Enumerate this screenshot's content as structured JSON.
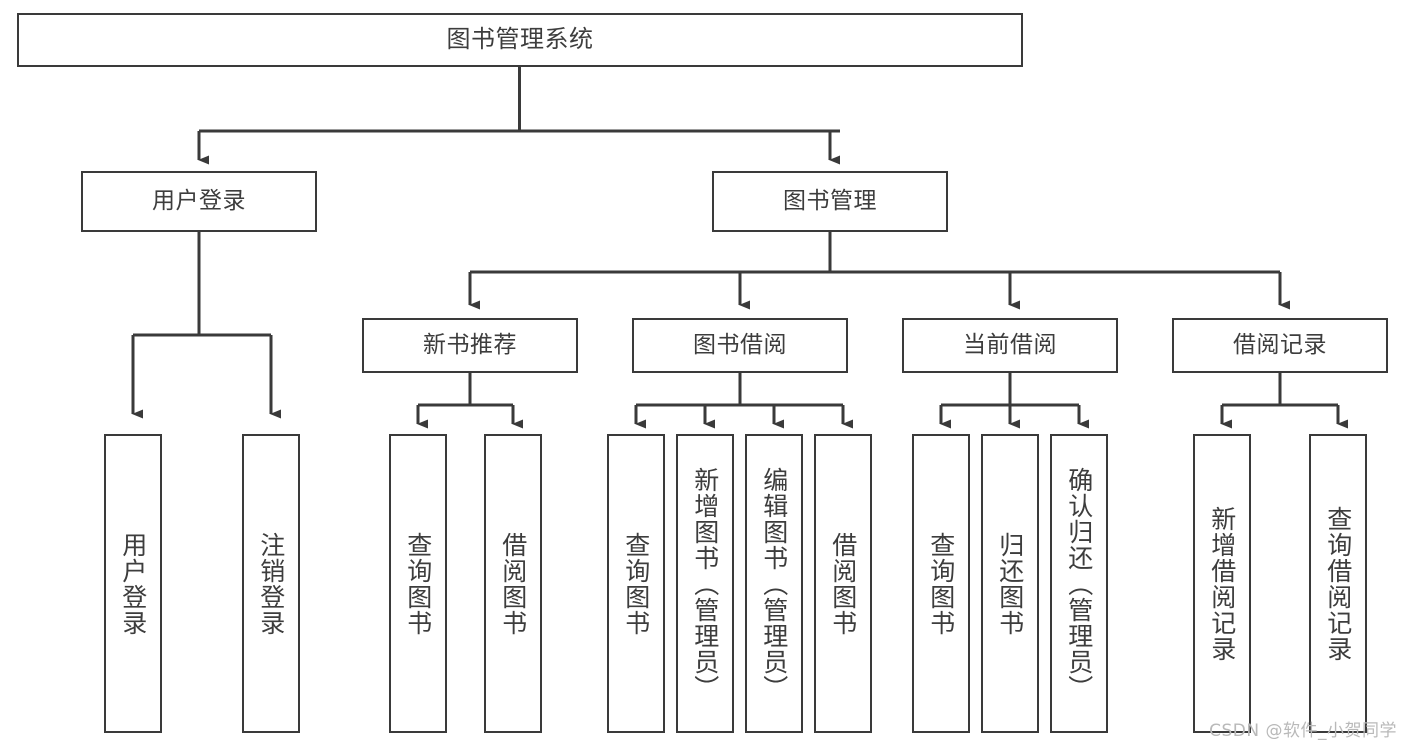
{
  "diagram": {
    "title": "图书管理系统",
    "type": "tree-hierarchy",
    "watermark": "CSDN @软件_小贺同学",
    "stroke_color": "#3a3a3a",
    "fill_color": "#ffffff",
    "text_color": "#3d3d3d",
    "levels": {
      "root": {
        "label": "图书管理系统"
      },
      "level2": [
        {
          "id": "user-login",
          "label": "用户登录"
        },
        {
          "id": "book-manage",
          "label": "图书管理"
        }
      ],
      "level3": [
        {
          "id": "new-book-rec",
          "label": "新书推荐",
          "parent": "book-manage"
        },
        {
          "id": "book-borrow",
          "label": "图书借阅",
          "parent": "book-manage"
        },
        {
          "id": "current-borrow",
          "label": "当前借阅",
          "parent": "book-manage"
        },
        {
          "id": "borrow-record",
          "label": "借阅记录",
          "parent": "book-manage"
        }
      ],
      "leaves": [
        {
          "id": "leaf-user-login",
          "label": "用户登录",
          "parent": "user-login"
        },
        {
          "id": "leaf-logout-login",
          "label": "注销登录",
          "parent": "user-login"
        },
        {
          "id": "leaf-query-book-1",
          "label": "查询图书",
          "parent": "new-book-rec"
        },
        {
          "id": "leaf-borrow-book-1",
          "label": "借阅图书",
          "parent": "new-book-rec"
        },
        {
          "id": "leaf-query-book-2",
          "label": "查询图书",
          "parent": "book-borrow"
        },
        {
          "id": "leaf-add-book",
          "label": "新增图书（管理员）",
          "parent": "book-borrow"
        },
        {
          "id": "leaf-edit-book",
          "label": "编辑图书（管理员）",
          "parent": "book-borrow"
        },
        {
          "id": "leaf-borrow-book-2",
          "label": "借阅图书",
          "parent": "book-borrow"
        },
        {
          "id": "leaf-query-book-3",
          "label": "查询图书",
          "parent": "current-borrow"
        },
        {
          "id": "leaf-return-book",
          "label": "归还图书",
          "parent": "current-borrow"
        },
        {
          "id": "leaf-confirm-return",
          "label": "确认归还（管理员）",
          "parent": "current-borrow"
        },
        {
          "id": "leaf-add-record",
          "label": "新增借阅记录",
          "parent": "borrow-record"
        },
        {
          "id": "leaf-query-record",
          "label": "查询借阅记录",
          "parent": "borrow-record"
        }
      ]
    }
  }
}
